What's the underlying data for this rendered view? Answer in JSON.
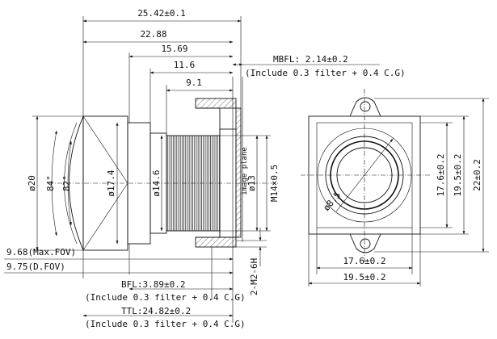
{
  "side_view": {
    "total_length": "25.42±0.1",
    "length_2288": "22.88",
    "length_1569": "15.69",
    "length_116": "11.6",
    "length_91": "9.1",
    "mbfl_label": "MBFL: 2.14±0.2",
    "mbfl_note": "(Include 0.3 filter + 0.4 C.G)",
    "dia_20": "ø20",
    "angle_84": "84°",
    "angle_82": "82°",
    "dia_174": "ø17.4",
    "dia_146": "ø14.6",
    "image_plane": "image plane",
    "dia_13": "ø13",
    "thread": "M14×0.5",
    "max_fov": "9.68(Max.FOV)",
    "d_fov": "9.75(D.FOV)",
    "bfl_label": "BFL:3.89±0.2",
    "bfl_note": "(Include 0.3 filter + 0.4 C.G)",
    "ttl_label": "TTL:24.82±0.2",
    "ttl_note": "(Include 0.3 filter + 0.4 C.G)",
    "screw": "2-M2-6H"
  },
  "front_view": {
    "dia_85": "ø8.5",
    "height_176": "17.6±0.2",
    "height_195": "19.5±0.2",
    "height_22": "22±0.2",
    "width_176": "17.6±0.2",
    "width_195": "19.5±0.2"
  }
}
